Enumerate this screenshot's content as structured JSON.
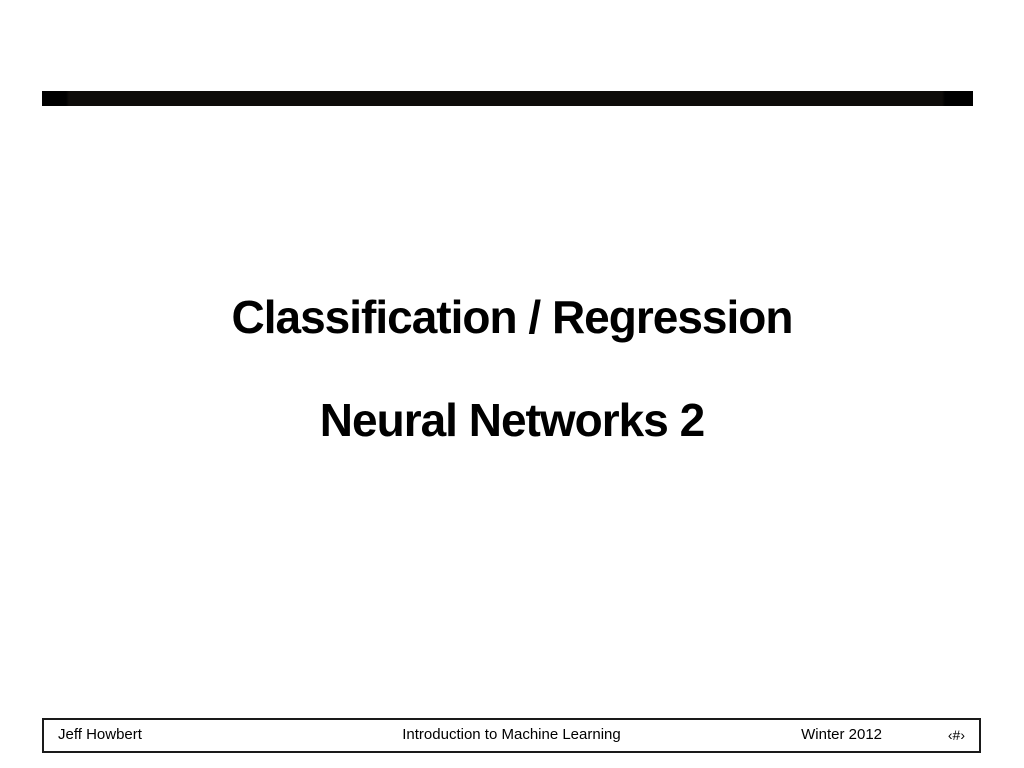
{
  "slide": {
    "title": {
      "line1": "Classification / Regression",
      "line2": "Neural Networks 2"
    },
    "footer": {
      "author": "Jeff Howbert",
      "course": "Introduction to Machine Learning",
      "term": "Winter 2012",
      "slide_number_placeholder": "‹#›"
    },
    "colors": {
      "background": "#ffffff",
      "text": "#000000",
      "bar-main": "#0e0c0a",
      "bar-ends": "#000000",
      "footer-border": "#1a1a1a"
    }
  }
}
